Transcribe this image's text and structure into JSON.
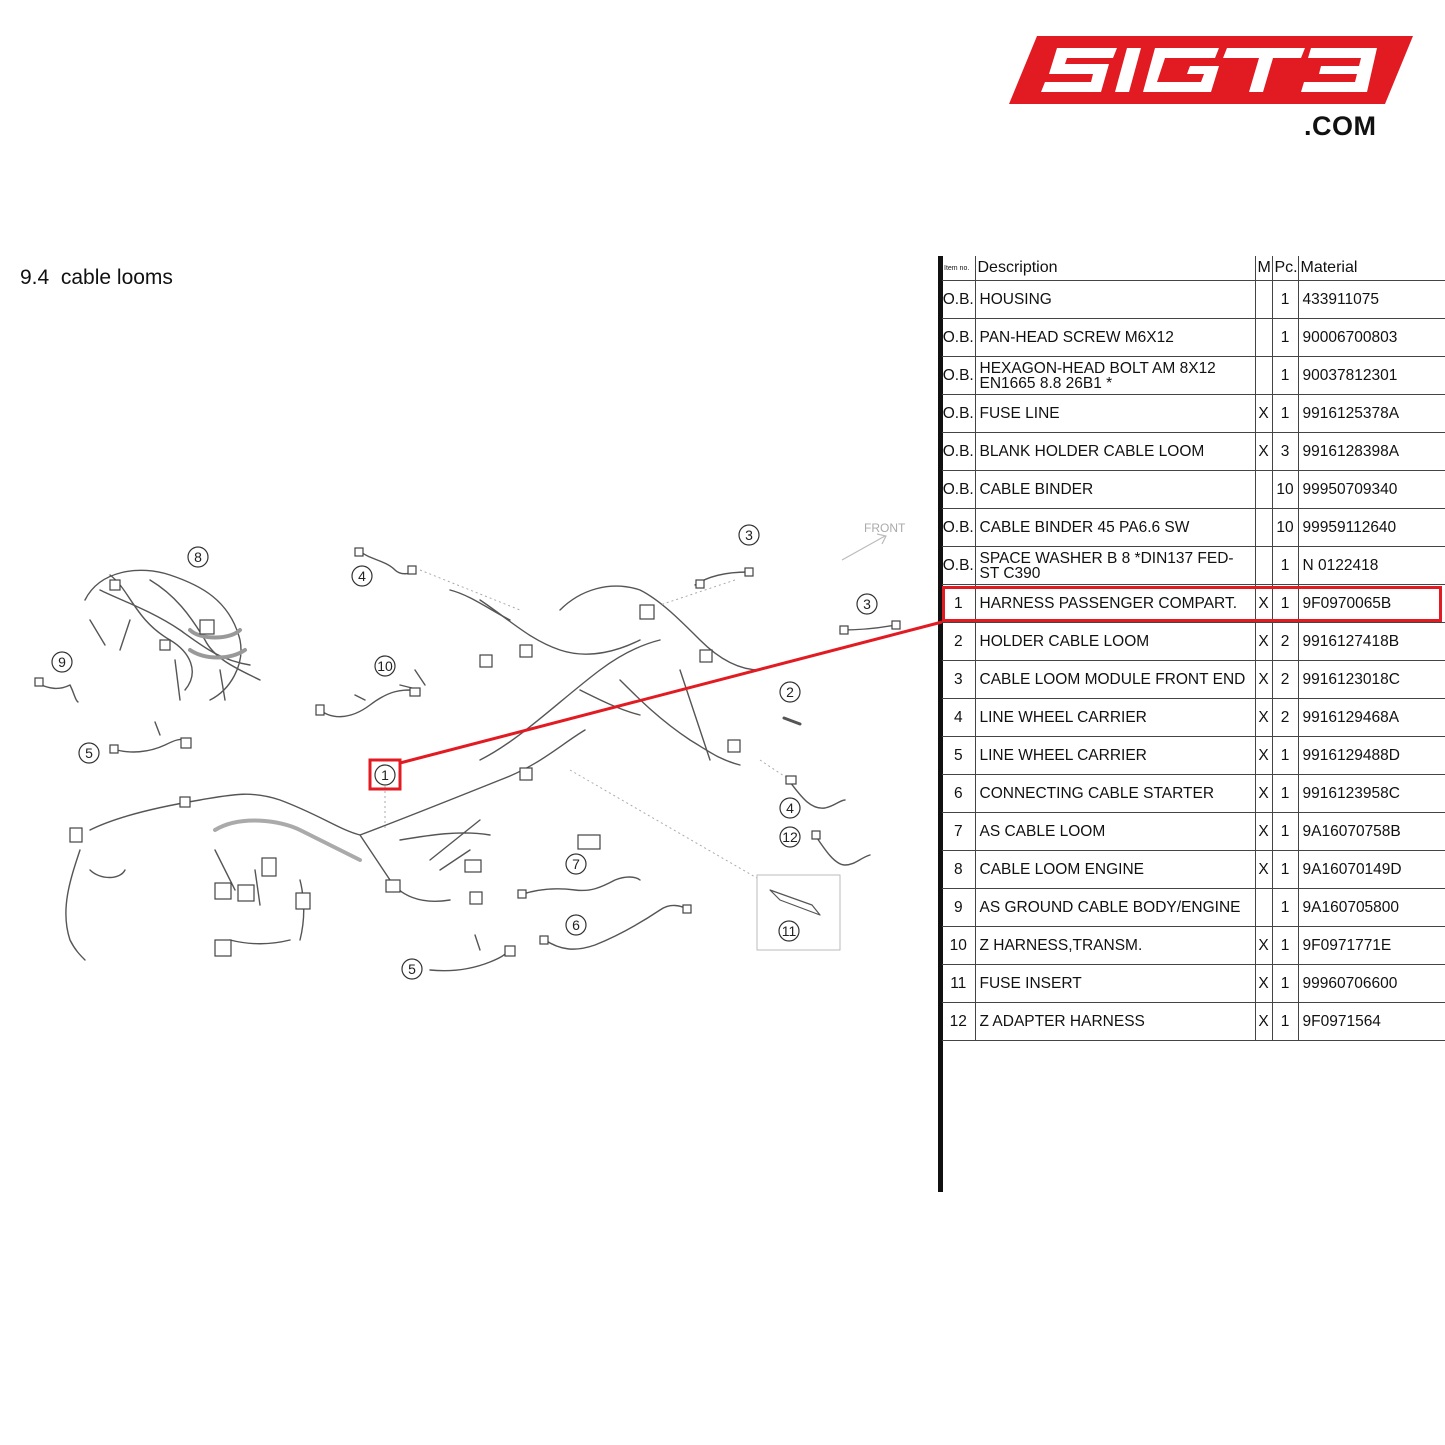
{
  "logo": {
    "text": "SIGT3",
    "domain": ".COM",
    "color": "#e21b23"
  },
  "section": {
    "number": "9.4",
    "title": "cable looms"
  },
  "diagram": {
    "front_label": "FRONT",
    "callouts": [
      "8",
      "9",
      "4",
      "3",
      "3",
      "10",
      "2",
      "5",
      "1",
      "4",
      "12",
      "7",
      "6",
      "11",
      "5"
    ]
  },
  "table": {
    "headers": {
      "item": "Item no.",
      "description": "Description",
      "m": "M",
      "pc": "Pc.",
      "material": "Material"
    },
    "rows": [
      {
        "item": "O.B.",
        "desc": "HOUSING",
        "m": "",
        "pc": "1",
        "mat": "433911075"
      },
      {
        "item": "O.B.",
        "desc": "PAN-HEAD SCREW M6X12",
        "m": "",
        "pc": "1",
        "mat": "90006700803"
      },
      {
        "item": "O.B.",
        "desc": "HEXAGON-HEAD BOLT AM 8X12 EN1665 8.8 26B1 *",
        "m": "",
        "pc": "1",
        "mat": "90037812301"
      },
      {
        "item": "O.B.",
        "desc": "FUSE LINE",
        "m": "X",
        "pc": "1",
        "mat": "9916125378A"
      },
      {
        "item": "O.B.",
        "desc": "BLANK HOLDER CABLE LOOM",
        "m": "X",
        "pc": "3",
        "mat": "9916128398A"
      },
      {
        "item": "O.B.",
        "desc": "CABLE BINDER",
        "m": "",
        "pc": "10",
        "mat": "99950709340"
      },
      {
        "item": "O.B.",
        "desc": "CABLE BINDER 45 PA6.6 SW",
        "m": "",
        "pc": "10",
        "mat": "99959112640"
      },
      {
        "item": "O.B.",
        "desc": "SPACE WASHER B 8 *DIN137 FED-ST C390",
        "m": "",
        "pc": "1",
        "mat": "N  0122418"
      },
      {
        "item": "1",
        "desc": "HARNESS PASSENGER COMPART.",
        "m": "X",
        "pc": "1",
        "mat": "9F0970065B"
      },
      {
        "item": "2",
        "desc": "HOLDER CABLE LOOM",
        "m": "X",
        "pc": "2",
        "mat": "9916127418B"
      },
      {
        "item": "3",
        "desc": "CABLE LOOM MODULE FRONT END",
        "m": "X",
        "pc": "2",
        "mat": "9916123018C"
      },
      {
        "item": "4",
        "desc": "LINE WHEEL CARRIER",
        "m": "X",
        "pc": "2",
        "mat": "9916129468A"
      },
      {
        "item": "5",
        "desc": "LINE WHEEL CARRIER",
        "m": "X",
        "pc": "1",
        "mat": "9916129488D"
      },
      {
        "item": "6",
        "desc": "CONNECTING CABLE STARTER",
        "m": "X",
        "pc": "1",
        "mat": "9916123958C"
      },
      {
        "item": "7",
        "desc": "AS CABLE LOOM",
        "m": "X",
        "pc": "1",
        "mat": "9A16070758B"
      },
      {
        "item": "8",
        "desc": "CABLE LOOM ENGINE",
        "m": "X",
        "pc": "1",
        "mat": "9A16070149D"
      },
      {
        "item": "9",
        "desc": "AS GROUND CABLE BODY/ENGINE",
        "m": "",
        "pc": "1",
        "mat": "9A160705800"
      },
      {
        "item": "10",
        "desc": "Z HARNESS,TRANSM.",
        "m": "X",
        "pc": "1",
        "mat": "9F0971771E"
      },
      {
        "item": "11",
        "desc": "FUSE INSERT",
        "m": "X",
        "pc": "1",
        "mat": "99960706600"
      },
      {
        "item": "12",
        "desc": "Z ADAPTER HARNESS",
        "m": "X",
        "pc": "1",
        "mat": "9F0971564"
      }
    ],
    "highlighted_item": "1",
    "highlight_color": "#e21b23"
  }
}
